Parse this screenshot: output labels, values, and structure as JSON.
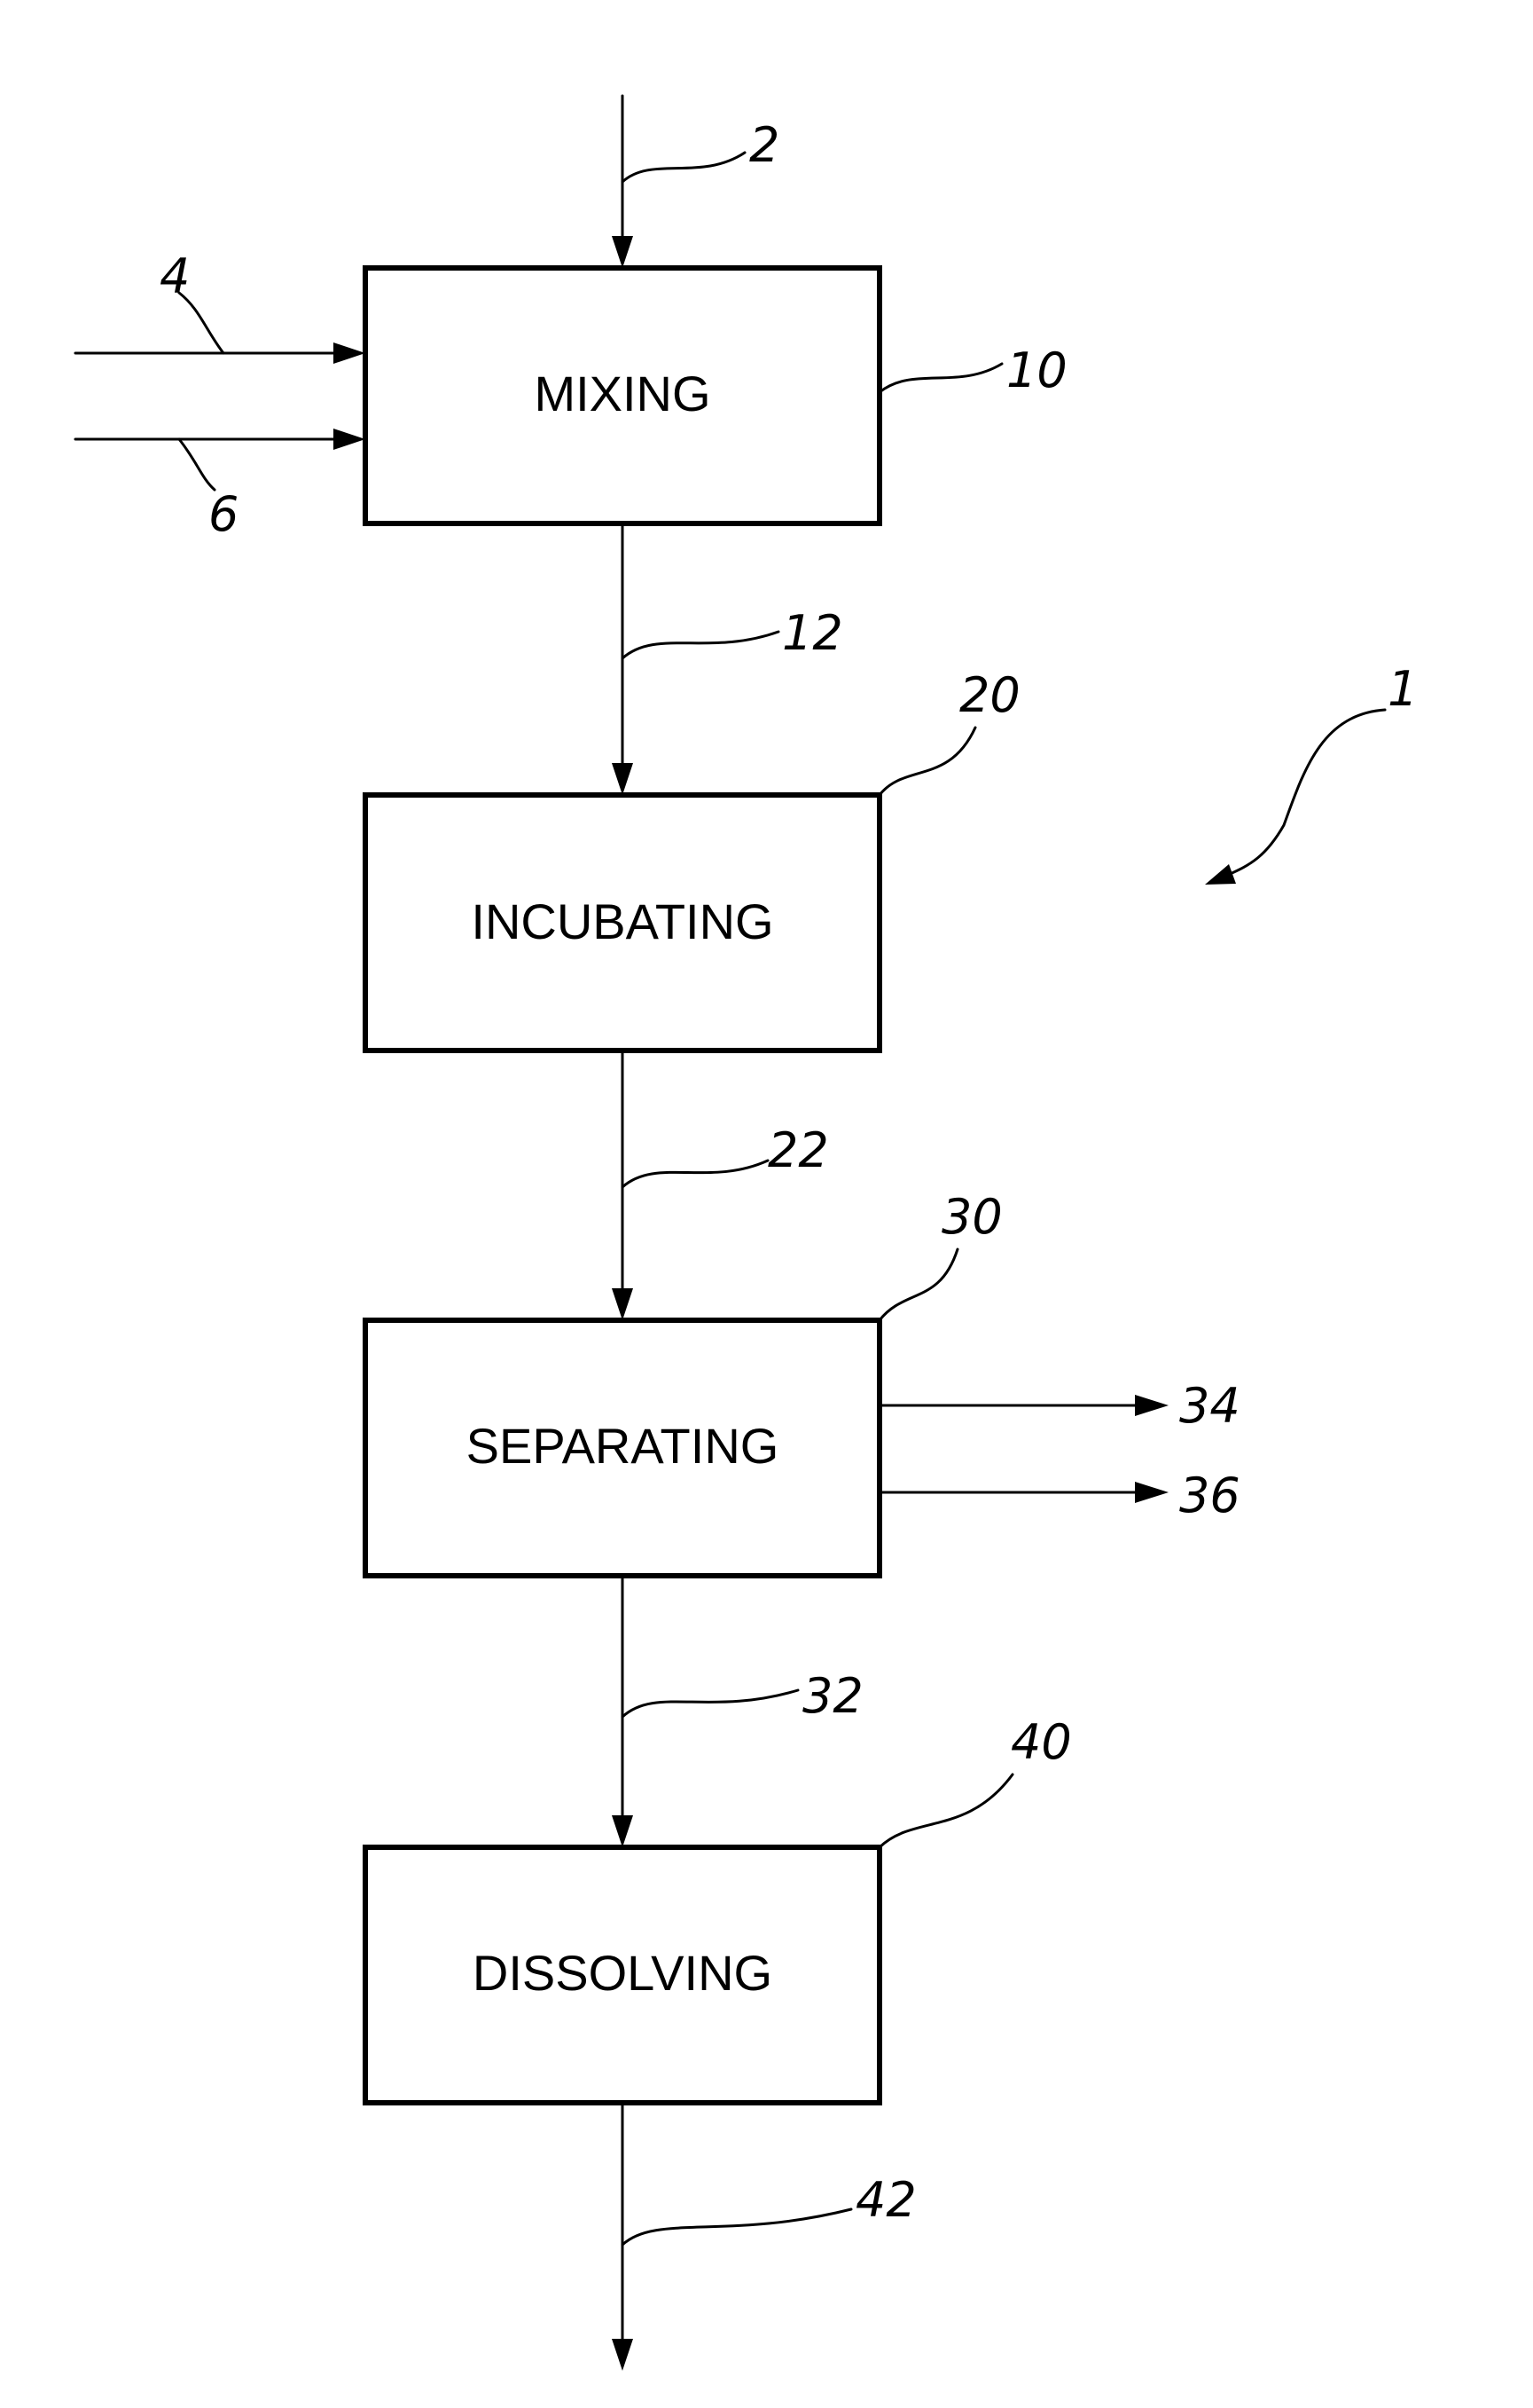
{
  "diagram": {
    "figure_ref": "1",
    "steps": [
      {
        "label": "MIXING",
        "ref": "10"
      },
      {
        "label": "INCUBATING",
        "ref": "20"
      },
      {
        "label": "SEPARATING",
        "ref": "30"
      },
      {
        "label": "DISSOLVING",
        "ref": "40"
      }
    ],
    "flows": {
      "input_top": "2",
      "input_side_a": "4",
      "input_side_b": "6",
      "mix_to_incubate": "12",
      "incubate_to_separate": "22",
      "separate_to_dissolve": "32",
      "separate_out_a": "34",
      "separate_out_b": "36",
      "output": "42"
    }
  },
  "colors": {
    "stroke": "#000000",
    "background": "#ffffff"
  }
}
